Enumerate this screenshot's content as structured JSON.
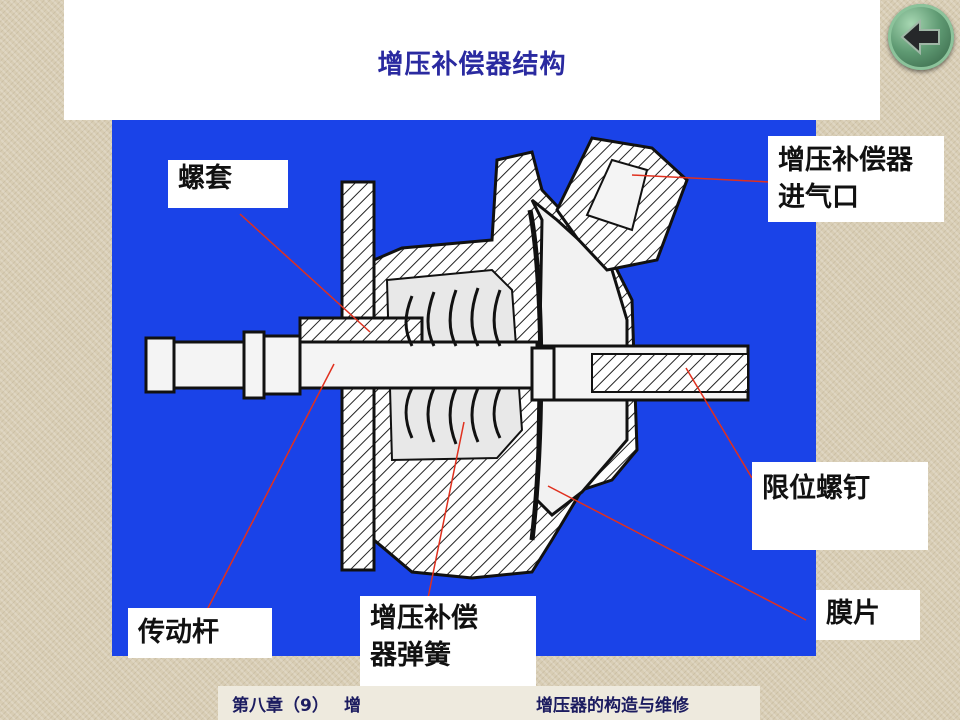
{
  "slide": {
    "title": "增压补偿器结构",
    "footer_left": "第八章（9）",
    "footer_hidden_char": "增",
    "footer_right": "增压器的构造与维修"
  },
  "labels": {
    "screw_sleeve": "螺套",
    "inlet_line1": "增压补偿器",
    "inlet_line2": "进气口",
    "limit_screw": "限位螺钉",
    "diaphragm": "膜片",
    "push_rod": "传动杆",
    "spring_line1": "增压补偿",
    "spring_line2": "器弹簧"
  },
  "navigation": {
    "back_icon": "back-arrow-icon"
  },
  "colors": {
    "diagram_background": "#1a43e8",
    "leader_line": "#e0301e",
    "title_text": "#2a2aa0"
  }
}
